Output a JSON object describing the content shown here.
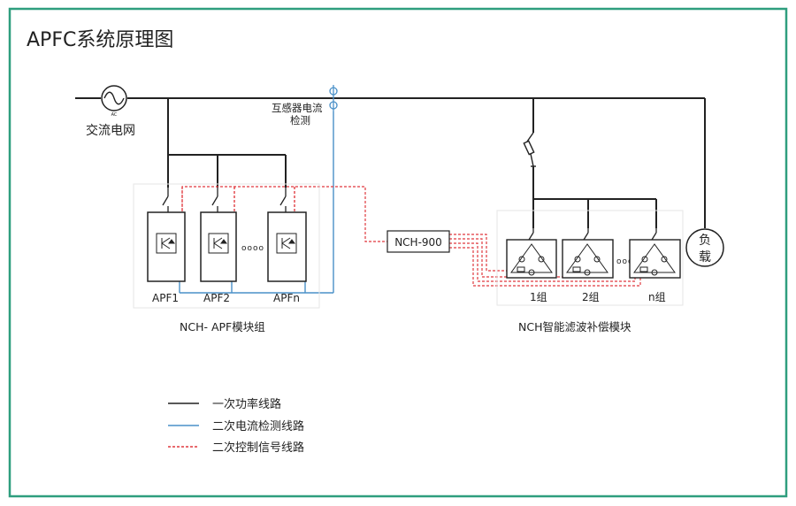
{
  "title": "APFC系统原理图",
  "grid": {
    "label": "交流电网",
    "source_symbol": "AC"
  },
  "ct": {
    "label_line1": "互感器电流",
    "label_line2": "检测"
  },
  "apf_group": {
    "label": "NCH- APF模块组",
    "modules": [
      "APF1",
      "APF2",
      "APFn"
    ],
    "ellipsis": "oooo"
  },
  "controller": {
    "label": "NCH-900"
  },
  "nch_group": {
    "label": "NCH智能滤波补偿模块",
    "modules": [
      "1组",
      "2组",
      "n组"
    ],
    "ellipsis": "oooo"
  },
  "load": {
    "line1": "负",
    "line2": "载"
  },
  "legend": [
    {
      "label": "一次功率线路",
      "color": "#222222",
      "style": "solid"
    },
    {
      "label": "二次电流检测线路",
      "color": "#4a90c8",
      "style": "solid"
    },
    {
      "label": "二次控制信号线路",
      "color": "#e0383e",
      "style": "dashed"
    }
  ],
  "colors": {
    "frame": "#2e9e7e",
    "power": "#222222",
    "detect": "#4a90c8",
    "signal": "#e0383e",
    "group_border": "#e6e6e6"
  }
}
